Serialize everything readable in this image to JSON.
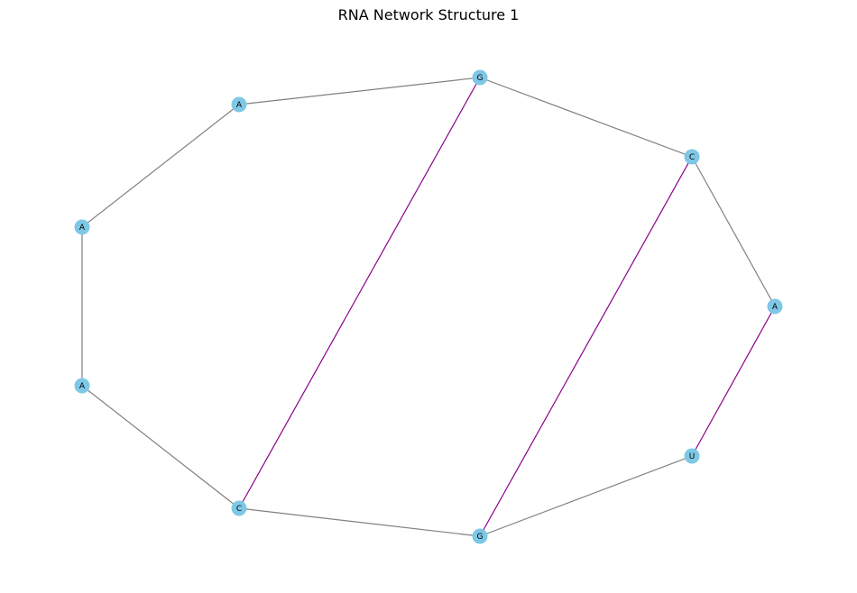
{
  "title": "RNA Network Structure 1",
  "colors": {
    "node_fill": "#7ec8e6",
    "backbone_edge": "#808080",
    "pair_edge": "#8b008b",
    "label": "#000000"
  },
  "nodes": [
    {
      "id": "n_g_top",
      "label": "G"
    },
    {
      "id": "n_a_upperleft",
      "label": "A"
    },
    {
      "id": "n_a_left_upper",
      "label": "A"
    },
    {
      "id": "n_a_left_lower",
      "label": "A"
    },
    {
      "id": "n_c_bottomleft",
      "label": "C"
    },
    {
      "id": "n_g_bottom",
      "label": "G"
    },
    {
      "id": "n_u_bottomright",
      "label": "U"
    },
    {
      "id": "n_a_right",
      "label": "A"
    },
    {
      "id": "n_c_upperright",
      "label": "C"
    }
  ],
  "edges": [
    {
      "from": "n_a_upperleft",
      "to": "n_g_top",
      "kind": "backbone"
    },
    {
      "from": "n_g_top",
      "to": "n_c_upperright",
      "kind": "backbone"
    },
    {
      "from": "n_c_upperright",
      "to": "n_a_right",
      "kind": "backbone"
    },
    {
      "from": "n_a_upperleft",
      "to": "n_a_left_upper",
      "kind": "backbone"
    },
    {
      "from": "n_a_left_upper",
      "to": "n_a_left_lower",
      "kind": "backbone"
    },
    {
      "from": "n_a_left_lower",
      "to": "n_c_bottomleft",
      "kind": "backbone"
    },
    {
      "from": "n_c_bottomleft",
      "to": "n_g_bottom",
      "kind": "backbone"
    },
    {
      "from": "n_g_bottom",
      "to": "n_u_bottomright",
      "kind": "backbone"
    },
    {
      "from": "n_g_top",
      "to": "n_c_bottomleft",
      "kind": "pair"
    },
    {
      "from": "n_c_upperright",
      "to": "n_g_bottom",
      "kind": "pair"
    },
    {
      "from": "n_a_right",
      "to": "n_u_bottomright",
      "kind": "pair"
    }
  ]
}
